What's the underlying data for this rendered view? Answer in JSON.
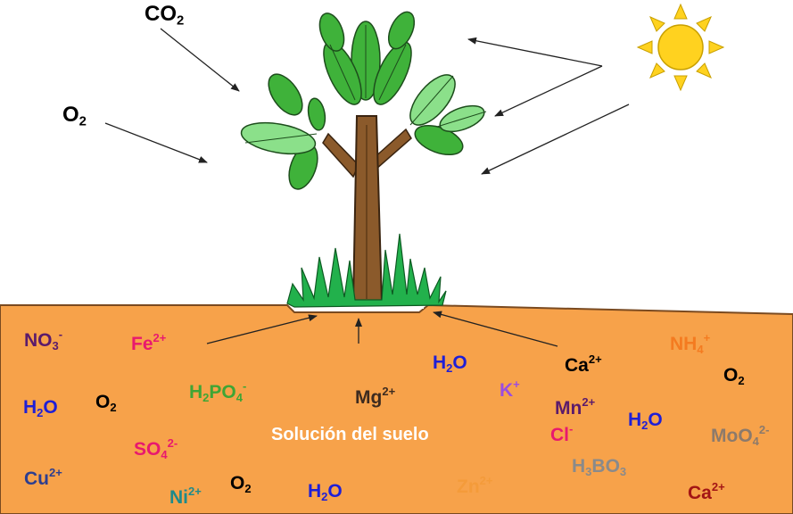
{
  "atmosphere": {
    "co2": {
      "base": "CO",
      "sub": "2"
    },
    "o2": {
      "base": "O",
      "sub": "2"
    }
  },
  "soil": {
    "title": "Solución del suelo",
    "color": "#F7A24A",
    "ions": [
      {
        "id": "no3",
        "base": "NO",
        "sub": "3",
        "sup": "-",
        "color": "#5B1B6B"
      },
      {
        "id": "fe",
        "base": "Fe",
        "sub": "",
        "sup": "2+",
        "color": "#E8196E"
      },
      {
        "id": "h2po4",
        "base": "H",
        "sub": "2",
        "mid": "PO",
        "sub2": "4",
        "sup": "-",
        "color": "#3FA535"
      },
      {
        "id": "mg",
        "base": "Mg",
        "sub": "",
        "sup": "2+",
        "color": "#3D2B1F"
      },
      {
        "id": "h2o-1",
        "base": "H",
        "sub": "2",
        "mid": "O",
        "sup": "",
        "color": "#1F1FD6"
      },
      {
        "id": "ca-1",
        "base": "Ca",
        "sub": "",
        "sup": "2+",
        "color": "#000000"
      },
      {
        "id": "nh4",
        "base": "NH",
        "sub": "4",
        "sup": "+",
        "color": "#F47B20"
      },
      {
        "id": "o2-r",
        "base": "O",
        "sub": "2",
        "sup": "",
        "color": "#000000"
      },
      {
        "id": "k",
        "base": "K",
        "sub": "",
        "sup": "+",
        "color": "#9B4DE0"
      },
      {
        "id": "mn",
        "base": "Mn",
        "sub": "",
        "sup": "2+",
        "color": "#5B1B6B"
      },
      {
        "id": "h2o-2",
        "base": "H",
        "sub": "2",
        "mid": "O",
        "sup": "",
        "color": "#1F1FD6"
      },
      {
        "id": "h2o-3",
        "base": "H",
        "sub": "2",
        "mid": "O",
        "sup": "",
        "color": "#1F1FD6"
      },
      {
        "id": "o2-l",
        "base": "O",
        "sub": "2",
        "sup": "",
        "color": "#000000"
      },
      {
        "id": "cl",
        "base": "Cl",
        "sub": "",
        "sup": "-",
        "color": "#E8196E"
      },
      {
        "id": "moo4",
        "base": "MoO",
        "sub": "4",
        "sup": "2-",
        "color": "#8C7A6B"
      },
      {
        "id": "so4",
        "base": "SO",
        "sub": "4",
        "sup": "2-",
        "color": "#E8196E"
      },
      {
        "id": "h3bo3",
        "base": "H",
        "sub": "3",
        "mid": "BO",
        "sub2": "3",
        "sup": "",
        "color": "#8A8A8A"
      },
      {
        "id": "cu",
        "base": "Cu",
        "sub": "",
        "sup": "2+",
        "color": "#2D3E8F"
      },
      {
        "id": "o2-b",
        "base": "O",
        "sub": "2",
        "sup": "",
        "color": "#000000"
      },
      {
        "id": "ni",
        "base": "Ni",
        "sub": "",
        "sup": "2+",
        "color": "#1F8A8A"
      },
      {
        "id": "h2o-4",
        "base": "H",
        "sub": "2",
        "mid": "O",
        "sup": "",
        "color": "#1F1FD6"
      },
      {
        "id": "zn",
        "base": "Zn",
        "sub": "",
        "sup": "2+",
        "color": "#F49B3A"
      },
      {
        "id": "ca-2",
        "base": "Ca",
        "sub": "",
        "sup": "2+",
        "color": "#A31515"
      }
    ]
  },
  "colors": {
    "trunk": "#8B5A2B",
    "leaf": "#3FB23A",
    "leaf_light": "#8BE08A",
    "grass": "#22B14C",
    "sun": "#FFD21F"
  }
}
